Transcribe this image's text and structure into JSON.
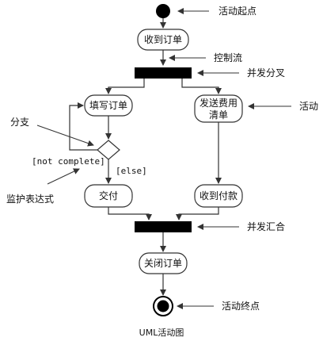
{
  "diagram": {
    "caption": "UML活动图",
    "nodes": {
      "receive_order": "收到订单",
      "fill_order": "填写订单",
      "send_invoice_line1": "发送费用",
      "send_invoice_line2": "清单",
      "deliver": "交付",
      "receive_payment": "收到付款",
      "close_order": "关闭订单"
    },
    "guards": {
      "not_complete": "[not complete]",
      "else": "[else]"
    },
    "callouts": {
      "initial_node": "活动起点",
      "control_flow": "控制流",
      "fork": "并发分叉",
      "activity": "活动",
      "branch": "分支",
      "guard_expression": "监护表达式",
      "join": "并发汇合",
      "final_node": "活动终点"
    },
    "colors": {
      "stroke": "#333333",
      "fill": "#000000",
      "background": "#ffffff"
    }
  }
}
